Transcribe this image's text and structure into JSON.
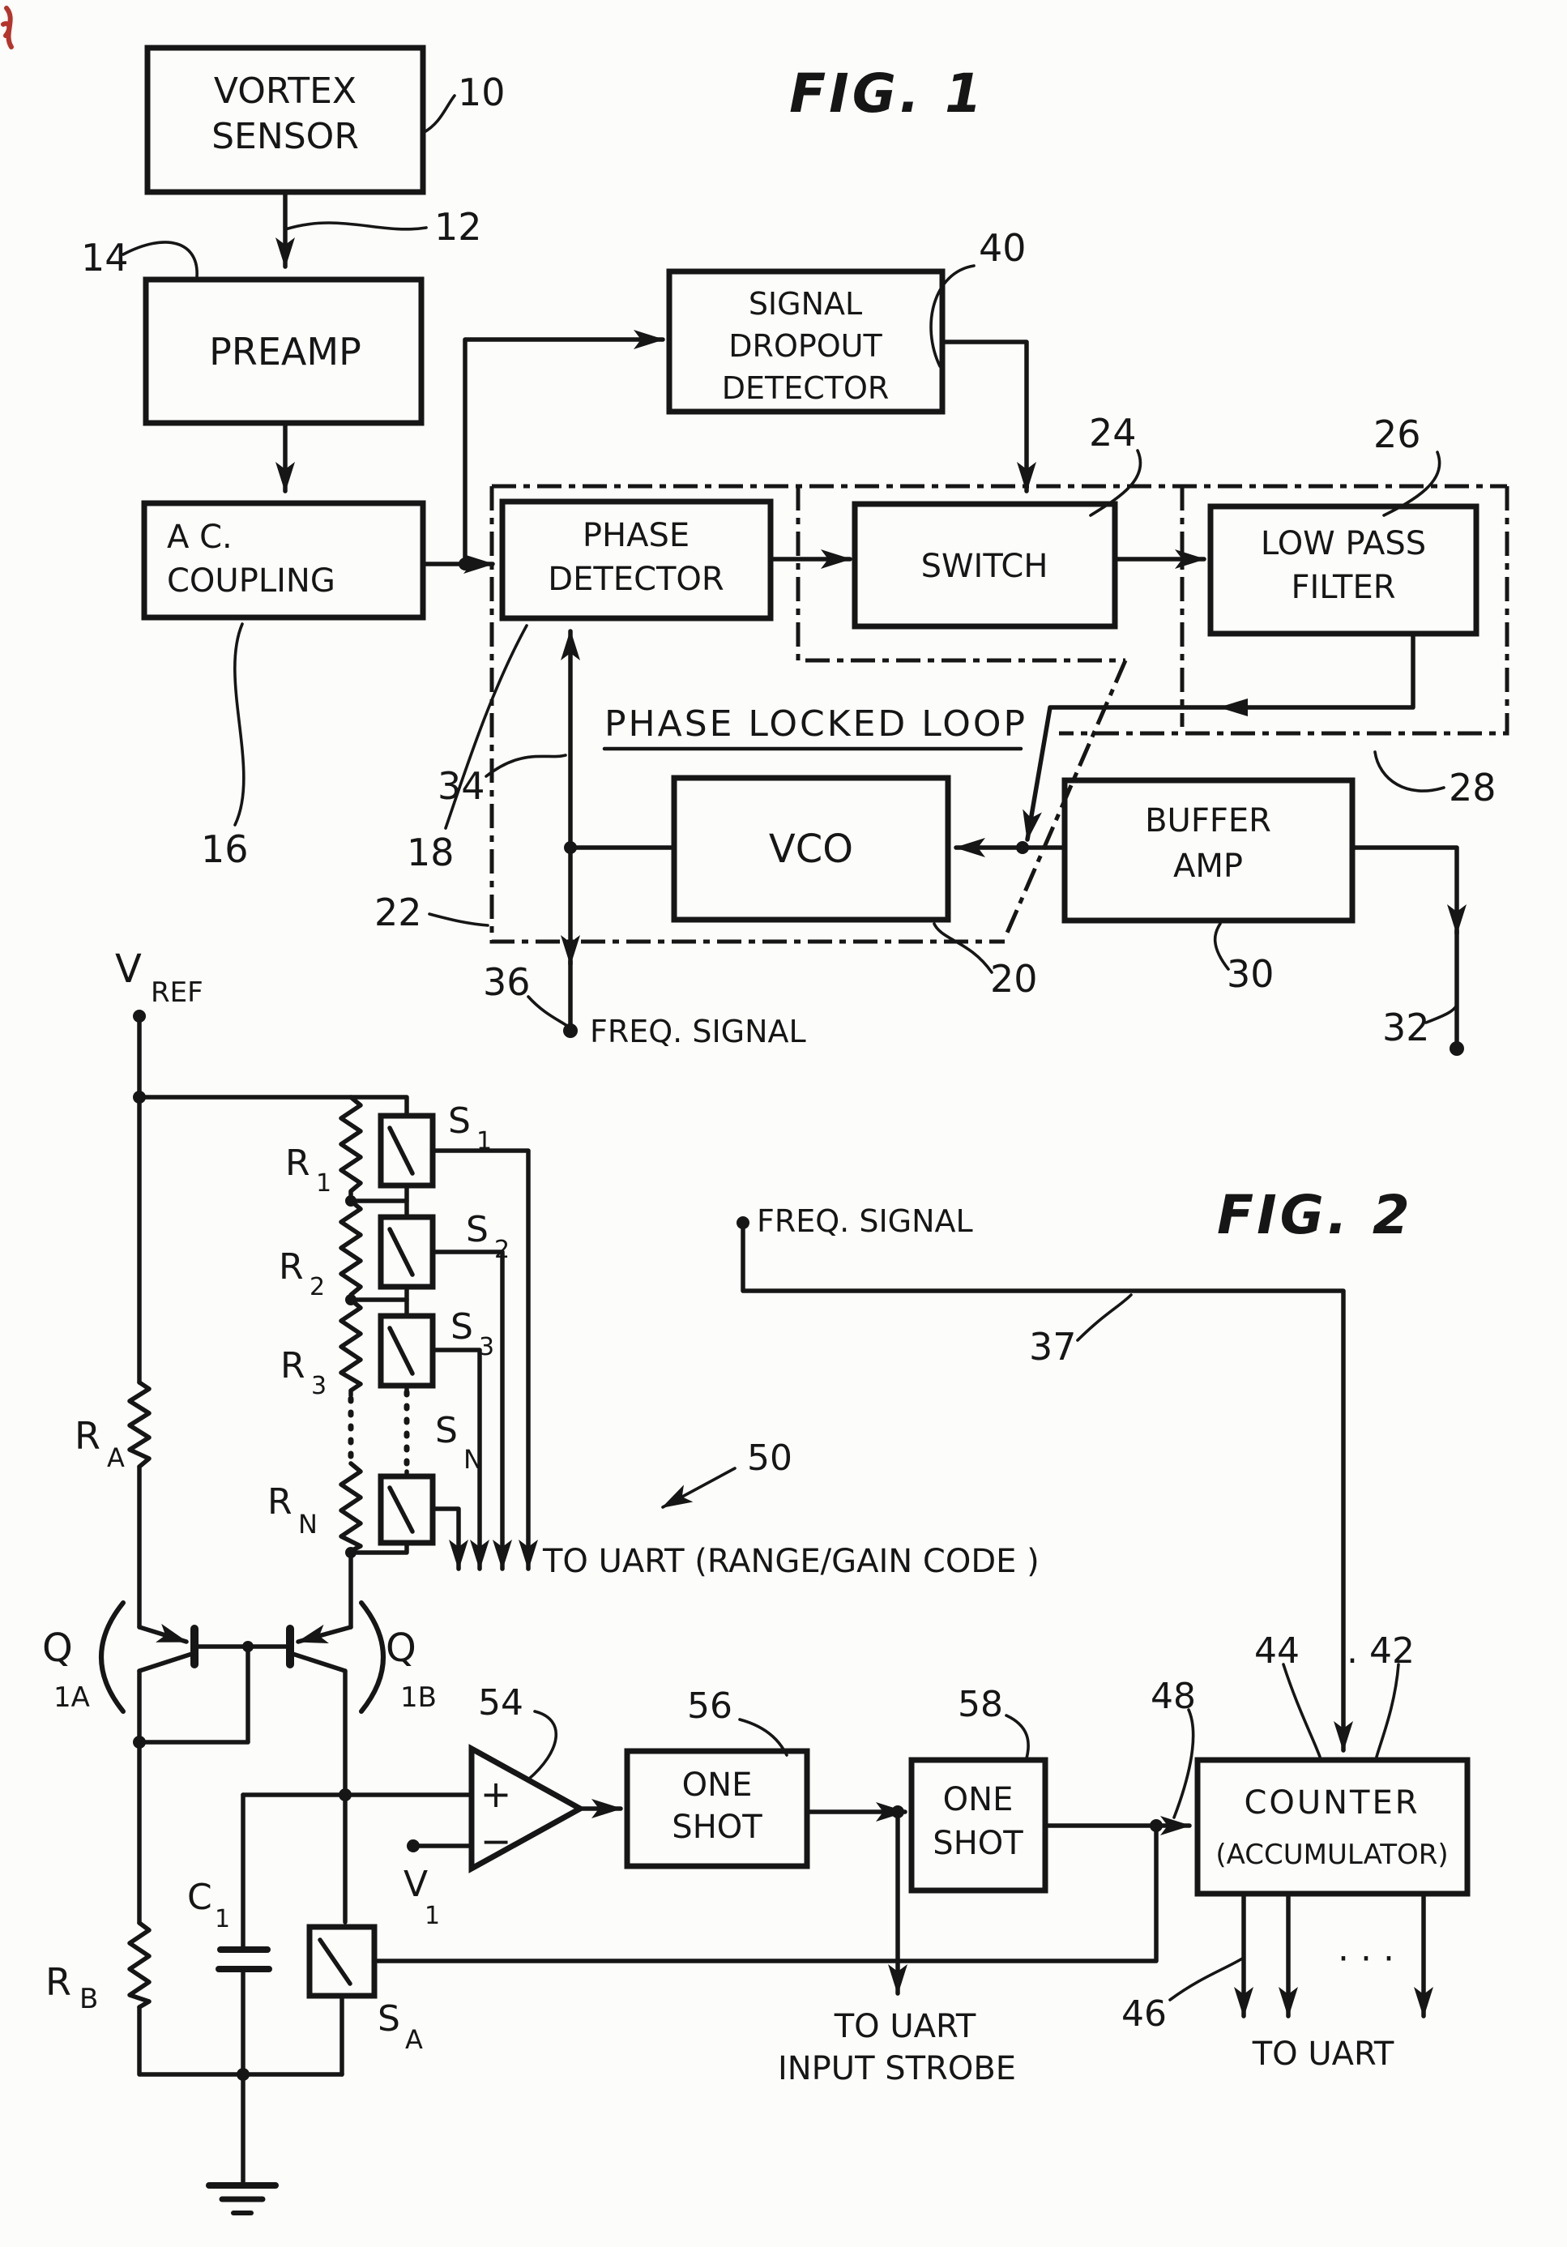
{
  "colors": {
    "ink": "#161616",
    "paper": "#fcfcfa",
    "artifact": "#b5342c"
  },
  "fig1": {
    "title": "FIG. 1",
    "vortex": [
      "VORTEX",
      "SENSOR"
    ],
    "preamp": "PREAMP",
    "ac_coupling": [
      "A C.",
      "COUPLING"
    ],
    "signal_dropout": [
      "SIGNAL",
      "DROPOUT",
      "DETECTOR"
    ],
    "phase_detector": [
      "PHASE",
      "DETECTOR"
    ],
    "switch": "SWITCH",
    "low_pass": [
      "LOW  PASS",
      "FILTER"
    ],
    "vco": "VCO",
    "buffer_amp": [
      "BUFFER",
      "AMP"
    ],
    "pll_label": "PHASE LOCKED LOOP",
    "freq_signal": "FREQ. SIGNAL",
    "refs": {
      "r10": "10",
      "r12": "12",
      "r14": "14",
      "r16": "16",
      "r18": "18",
      "r20": "20",
      "r22": "22",
      "r24": "24",
      "r26": "26",
      "r28": "28",
      "r30": "30",
      "r32": "32",
      "r34": "34",
      "r36": "36",
      "r40": "40"
    }
  },
  "fig2": {
    "title": "FIG. 2",
    "freq_signal": "FREQ. SIGNAL",
    "to_uart_range": "TO UART (RANGE/GAIN CODE )",
    "to_uart_strobe": [
      "TO UART",
      "INPUT STROBE"
    ],
    "to_uart_out": "TO UART",
    "one_shot": [
      "ONE",
      "SHOT"
    ],
    "counter": [
      "COUNTER",
      "(ACCUMULATOR)"
    ],
    "plus": "+",
    "minus": "−",
    "dots": "· · ·",
    "vref": {
      "base": "V",
      "sub": "REF"
    },
    "v1": {
      "base": "V",
      "sub": "1"
    },
    "c1": {
      "base": "C",
      "sub": "1"
    },
    "ra": {
      "base": "R",
      "sub": "A"
    },
    "rb": {
      "base": "R",
      "sub": "B"
    },
    "r1": {
      "base": "R",
      "sub": "1"
    },
    "r2": {
      "base": "R",
      "sub": "2"
    },
    "r3": {
      "base": "R",
      "sub": "3"
    },
    "rn": {
      "base": "R",
      "sub": "N"
    },
    "s1": {
      "base": "S",
      "sub": "1"
    },
    "s2": {
      "base": "S",
      "sub": "2"
    },
    "s3": {
      "base": "S",
      "sub": "3"
    },
    "sn": {
      "base": "S",
      "sub": "N"
    },
    "sa": {
      "base": "S",
      "sub": "A"
    },
    "q1a": {
      "base": "Q",
      "sub": "1A"
    },
    "q1b": {
      "base": "Q",
      "sub": "1B"
    },
    "refs": {
      "r37": "37",
      "r42": ". 42",
      "r44": "44",
      "r46": "46",
      "r48": "48",
      "r50": "50",
      "r54": "54",
      "r56": "56",
      "r58": "58"
    }
  }
}
